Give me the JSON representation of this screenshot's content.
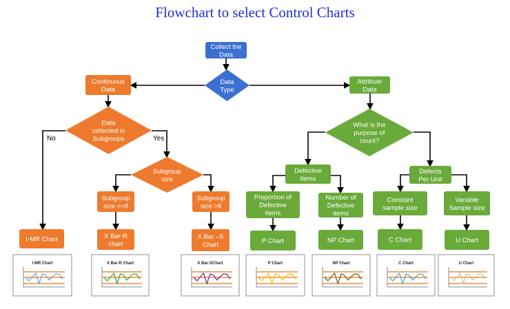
{
  "title": "Flowchart to select Control Charts",
  "colors": {
    "blue": "#3b6fd1",
    "orange": "#ee7a2d",
    "green": "#6aaa3a",
    "arrow": "#000000"
  },
  "nodes": {
    "collect": {
      "lines": [
        "Collect the",
        "Data"
      ],
      "color": "blue"
    },
    "datatype": {
      "lines": [
        "Data",
        "Type"
      ],
      "color": "blue"
    },
    "continuous": {
      "lines": [
        "Continuous",
        "Data"
      ],
      "color": "orange"
    },
    "attribute": {
      "lines": [
        "Attribute",
        "Data"
      ],
      "color": "green"
    },
    "subgroups": {
      "lines": [
        "Data",
        "collected in",
        "Subgroups"
      ],
      "color": "orange"
    },
    "sgsize": {
      "lines": [
        "Subgroup",
        "size"
      ],
      "color": "orange"
    },
    "sgle8": {
      "lines": [
        "Subgroup",
        "size <=8"
      ],
      "color": "orange"
    },
    "sggt8": {
      "lines": [
        "Subgroup",
        "size >8"
      ],
      "color": "orange"
    },
    "imr": {
      "lines": [
        "I-MR Chart"
      ],
      "color": "orange"
    },
    "xbarr": {
      "lines": [
        "X Bar-R",
        "chart"
      ],
      "color": "orange"
    },
    "xbars": {
      "lines": [
        "X Bar –S",
        "Chart"
      ],
      "color": "orange"
    },
    "purpose": {
      "lines": [
        "What is the",
        "purpose of",
        "count?"
      ],
      "color": "green"
    },
    "defective": {
      "lines": [
        "Defective",
        "items"
      ],
      "color": "green"
    },
    "defects": {
      "lines": [
        "Defects",
        "Per Unit"
      ],
      "color": "green"
    },
    "proportion": {
      "lines": [
        "Proportion of",
        "Defective",
        "items"
      ],
      "color": "green"
    },
    "number": {
      "lines": [
        "Number of",
        "Defective",
        "items"
      ],
      "color": "green"
    },
    "constant": {
      "lines": [
        "Constant",
        "sample size"
      ],
      "color": "green"
    },
    "variable": {
      "lines": [
        "Variable",
        "Sample size"
      ],
      "color": "green"
    },
    "p": {
      "lines": [
        "P Chart"
      ],
      "color": "green"
    },
    "np": {
      "lines": [
        "NP Chart"
      ],
      "color": "green"
    },
    "c": {
      "lines": [
        "C Chart"
      ],
      "color": "green"
    },
    "u": {
      "lines": [
        "U Chart"
      ],
      "color": "green"
    }
  },
  "edge_labels": {
    "no": "No",
    "yes": "Yes"
  },
  "mini_charts": [
    {
      "title": "I MR Chart",
      "line_color": "#6fa8dc"
    },
    {
      "title": "X Bar-R Chart",
      "line_color": "#3aaa35"
    },
    {
      "title": "X Bar-SChart",
      "line_color": "#7030a0"
    },
    {
      "title": "P Chart",
      "line_color": "#ffc000"
    },
    {
      "title": "NP Chart",
      "line_color": "#5a6e2a"
    },
    {
      "title": "C Chart",
      "line_color": "#4bacc6"
    },
    {
      "title": "U Chart",
      "line_color": "#c9c98f"
    }
  ],
  "limit_line_color": "#ee8a3d"
}
